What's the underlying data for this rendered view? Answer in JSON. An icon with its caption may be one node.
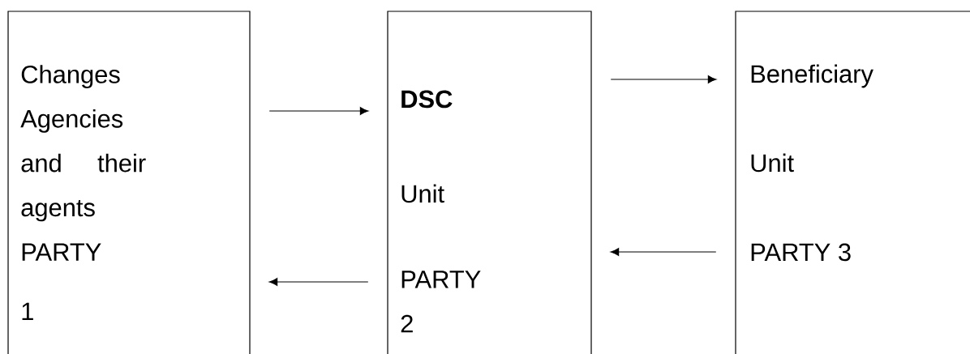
{
  "diagram": {
    "nodes": [
      {
        "text": [
          "Changes Agencies and their agents PARTY",
          "1"
        ]
      },
      {
        "text": [
          "DSC",
          "Unit",
          "PARTY 2"
        ]
      },
      {
        "text": [
          "Beneficiary",
          "Unit",
          "PARTY 3"
        ]
      }
    ],
    "edges": [
      {
        "from": 0,
        "to": 1,
        "arrow": "to"
      },
      {
        "from": 1,
        "to": 0,
        "arrow": "to"
      },
      {
        "from": 1,
        "to": 2,
        "arrow": "to"
      },
      {
        "from": 2,
        "to": 1,
        "arrow": "to"
      }
    ]
  }
}
